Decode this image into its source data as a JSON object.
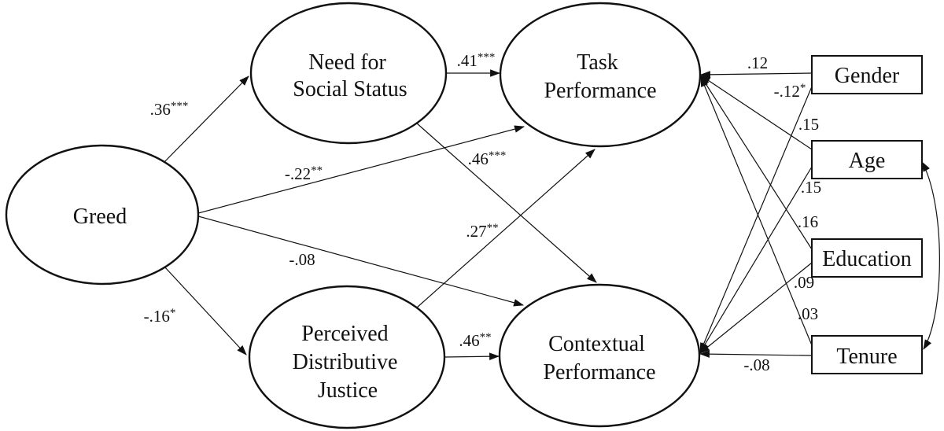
{
  "diagram": {
    "title": "structural-model-path-diagram",
    "colors": {
      "background": "#ffffff",
      "line": "#111111",
      "text": "#111111"
    },
    "nodes": {
      "greed": {
        "shape": "ellipse",
        "lines": [
          "Greed"
        ]
      },
      "need_for_social_status": {
        "shape": "ellipse",
        "lines": [
          "Need for",
          "Social Status"
        ]
      },
      "task_performance": {
        "shape": "ellipse",
        "lines": [
          "Task",
          "Performance"
        ]
      },
      "perceived_distributive_justice": {
        "shape": "ellipse",
        "lines": [
          "Perceived",
          "Distributive",
          "Justice"
        ]
      },
      "contextual_performance": {
        "shape": "ellipse",
        "lines": [
          "Contextual",
          "Performance"
        ]
      },
      "gender": {
        "shape": "rectangle",
        "lines": [
          "Gender"
        ]
      },
      "age": {
        "shape": "rectangle",
        "lines": [
          "Age"
        ]
      },
      "education": {
        "shape": "rectangle",
        "lines": [
          "Education"
        ]
      },
      "tenure": {
        "shape": "rectangle",
        "lines": [
          "Tenure"
        ]
      }
    },
    "paths": {
      "greed_to_need_for_social_status": {
        "from": "greed",
        "to": "need_for_social_status",
        "type": "directed",
        "coefficient": ".36",
        "significance": "***"
      },
      "greed_to_task_performance": {
        "from": "greed",
        "to": "task_performance",
        "type": "directed",
        "coefficient": "-.22",
        "significance": "**"
      },
      "greed_to_contextual_performance": {
        "from": "greed",
        "to": "contextual_performance",
        "type": "directed",
        "coefficient": "-.08",
        "significance": ""
      },
      "greed_to_perceived_distributive_justice": {
        "from": "greed",
        "to": "perceived_distributive_justice",
        "type": "directed",
        "coefficient": "-.16",
        "significance": "*"
      },
      "need_for_social_status_to_task_performance": {
        "from": "need_for_social_status",
        "to": "task_performance",
        "type": "directed",
        "coefficient": ".41",
        "significance": "***"
      },
      "need_for_social_status_to_contextual_performance": {
        "from": "need_for_social_status",
        "to": "contextual_performance",
        "type": "directed",
        "coefficient": ".46",
        "significance": "***"
      },
      "perceived_distributive_justice_to_task_performance": {
        "from": "perceived_distributive_justice",
        "to": "task_performance",
        "type": "directed",
        "coefficient": ".27",
        "significance": "**"
      },
      "perceived_distributive_justice_to_contextual_performance": {
        "from": "perceived_distributive_justice",
        "to": "contextual_performance",
        "type": "directed",
        "coefficient": ".46",
        "significance": "**"
      },
      "gender_to_task_performance": {
        "from": "gender",
        "to": "task_performance",
        "type": "directed",
        "coefficient": ".12",
        "significance": ""
      },
      "gender_to_contextual_performance": {
        "from": "gender",
        "to": "contextual_performance",
        "type": "directed",
        "coefficient": "-.12",
        "significance": "*"
      },
      "age_to_task_performance": {
        "from": "age",
        "to": "task_performance",
        "type": "directed",
        "coefficient": ".15",
        "significance": ""
      },
      "age_to_contextual_performance": {
        "from": "age",
        "to": "contextual_performance",
        "type": "directed",
        "coefficient": ".15",
        "significance": ""
      },
      "education_to_task_performance": {
        "from": "education",
        "to": "task_performance",
        "type": "directed",
        "coefficient": ".16",
        "significance": ""
      },
      "education_to_contextual_performance": {
        "from": "education",
        "to": "contextual_performance",
        "type": "directed",
        "coefficient": ".09",
        "significance": ""
      },
      "tenure_to_task_performance": {
        "from": "tenure",
        "to": "task_performance",
        "type": "directed",
        "coefficient": ".03",
        "significance": ""
      },
      "tenure_to_contextual_performance": {
        "from": "tenure",
        "to": "contextual_performance",
        "type": "directed",
        "coefficient": "-.08",
        "significance": ""
      },
      "age_with_tenure": {
        "from": "age",
        "to": "tenure",
        "type": "covariance",
        "coefficient": "",
        "significance": ""
      }
    }
  }
}
